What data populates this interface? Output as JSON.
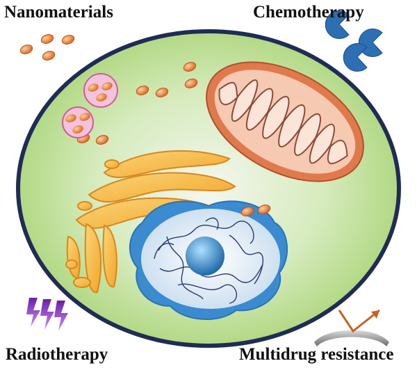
{
  "labels": {
    "nanomaterials": "Nanomaterials",
    "chemotherapy": "Chemotherapy",
    "radiotherapy": "Radiotherapy",
    "multidrug_resistance": "Multidrug resistance"
  },
  "colors": {
    "cytoplasm": "#b8dc86",
    "cell_membrane": "#20305a",
    "mitochondrion": "#e07a4c",
    "golgi": "#f5b93c",
    "nucleus_envelope": "#3a8bd0",
    "nucleolus": "#2f86c8",
    "nanoparticle": "#e8762c",
    "vesicle": "#e9a0c8",
    "chemo_drug": "#2d6fb3",
    "radiation": "#9b3dd0",
    "resistance_arrow": "#c8611e",
    "resistance_barrier": "#8a8a8a"
  },
  "icons": [
    "nanoparticle-icon",
    "chemo-drug-icon",
    "radiation-bolt-icon",
    "resistance-arrow-icon"
  ]
}
